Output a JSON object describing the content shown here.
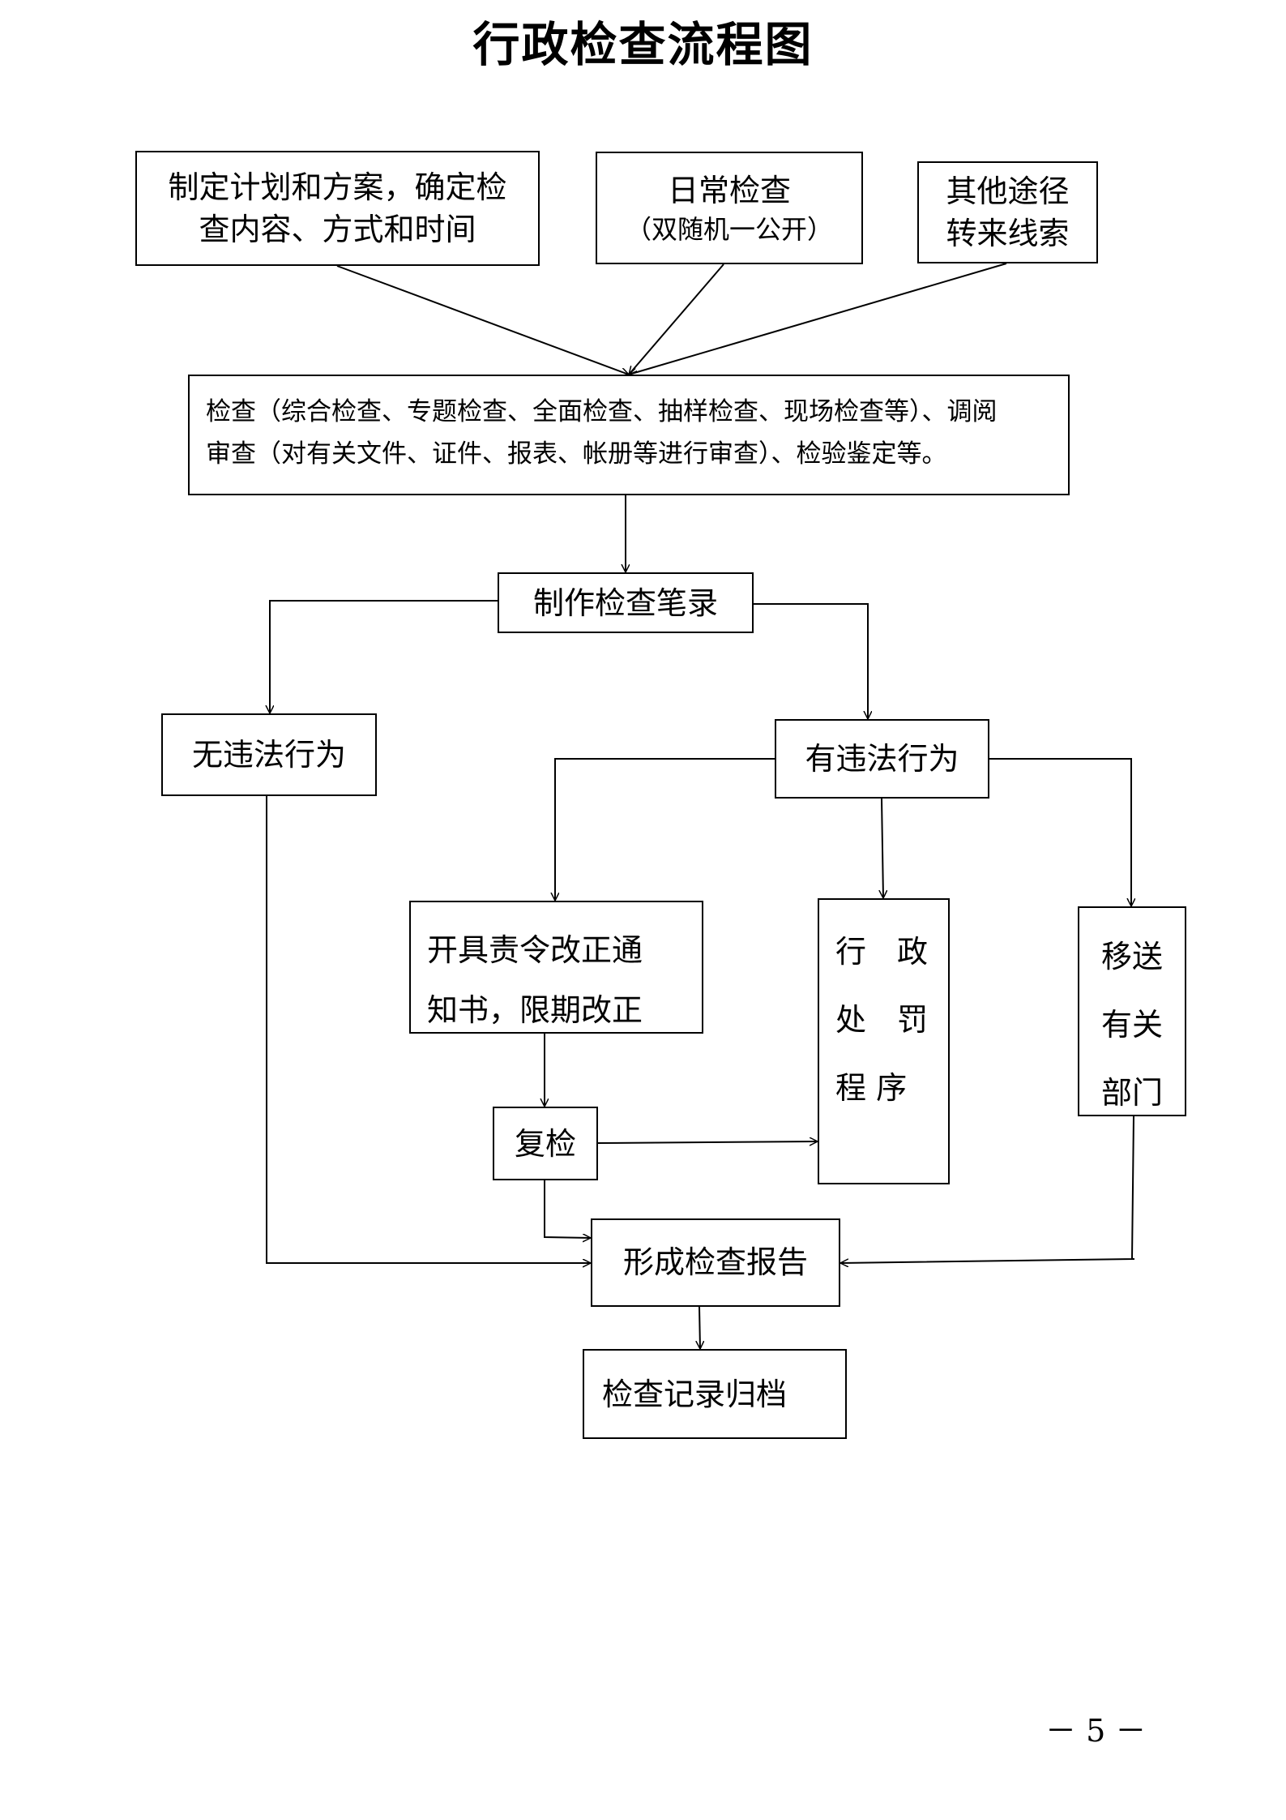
{
  "title": "行政检查流程图",
  "nodes": {
    "plan": {
      "line1": "制定计划和方案，确定检",
      "line2": "查内容、方式和时间"
    },
    "daily": {
      "line1": "日常检查",
      "line2": "（双随机一公开）"
    },
    "other": {
      "line1": "其他途径",
      "line2": "转来线索"
    },
    "inspect": {
      "line1": "检查（综合检查、专题检查、全面检查、抽样检查、现场检查等）、调阅",
      "line2": "审查（对有关文件、证件、报表、帐册等进行审查）、检验鉴定等。"
    },
    "record": {
      "label": "制作检查笔录"
    },
    "no_violation": {
      "label": "无违法行为"
    },
    "violation": {
      "label": "有违法行为"
    },
    "rectify": {
      "line1": "开具责令改正通",
      "line2": "知书，限期改正"
    },
    "penalty": {
      "line1": "行　政",
      "line2": "处　罚",
      "line3": "程 序"
    },
    "transfer": {
      "line1": "移送",
      "line2": "有关",
      "line3": "部门"
    },
    "recheck": {
      "label": "复检"
    },
    "report": {
      "label": "形成检查报告"
    },
    "archive": {
      "label": "检查记录归档"
    }
  },
  "page_number": "－ 5 －"
}
